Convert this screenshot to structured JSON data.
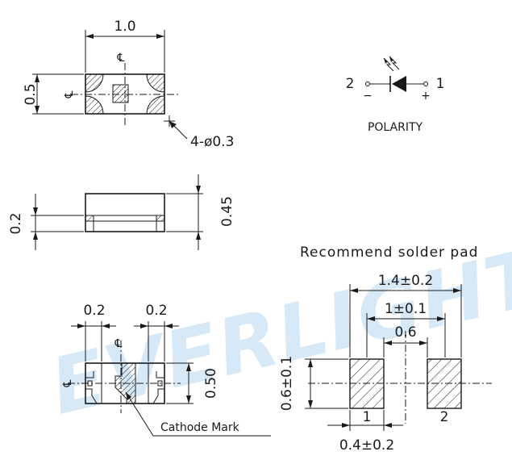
{
  "watermark": "EVERLIGHT",
  "top_view": {
    "width_label": "1.0",
    "height_label": "0.5",
    "corner_label": "4-ø0.3",
    "centerline_symbol": "℄"
  },
  "side_view": {
    "pad_thickness_label": "0.2",
    "total_height_label": "0.45"
  },
  "polarity": {
    "pin_left": "2",
    "pin_right": "1",
    "minus_sign": "−",
    "plus_sign": "+",
    "caption": "POLARITY"
  },
  "bottom_view": {
    "left_pad_label": "0.2",
    "right_pad_label": "0.2",
    "height_label": "0.50",
    "cathode_label": "Cathode Mark"
  },
  "solder_pad": {
    "title": "Recommend solder pad",
    "overall_width": "1.4±0.2",
    "inner_width": "1±0.1",
    "gap": "0.6",
    "pad_height": "0.6±0.1",
    "pad_width": "0.4±0.2",
    "pad1_label": "1",
    "pad2_label": "2"
  }
}
